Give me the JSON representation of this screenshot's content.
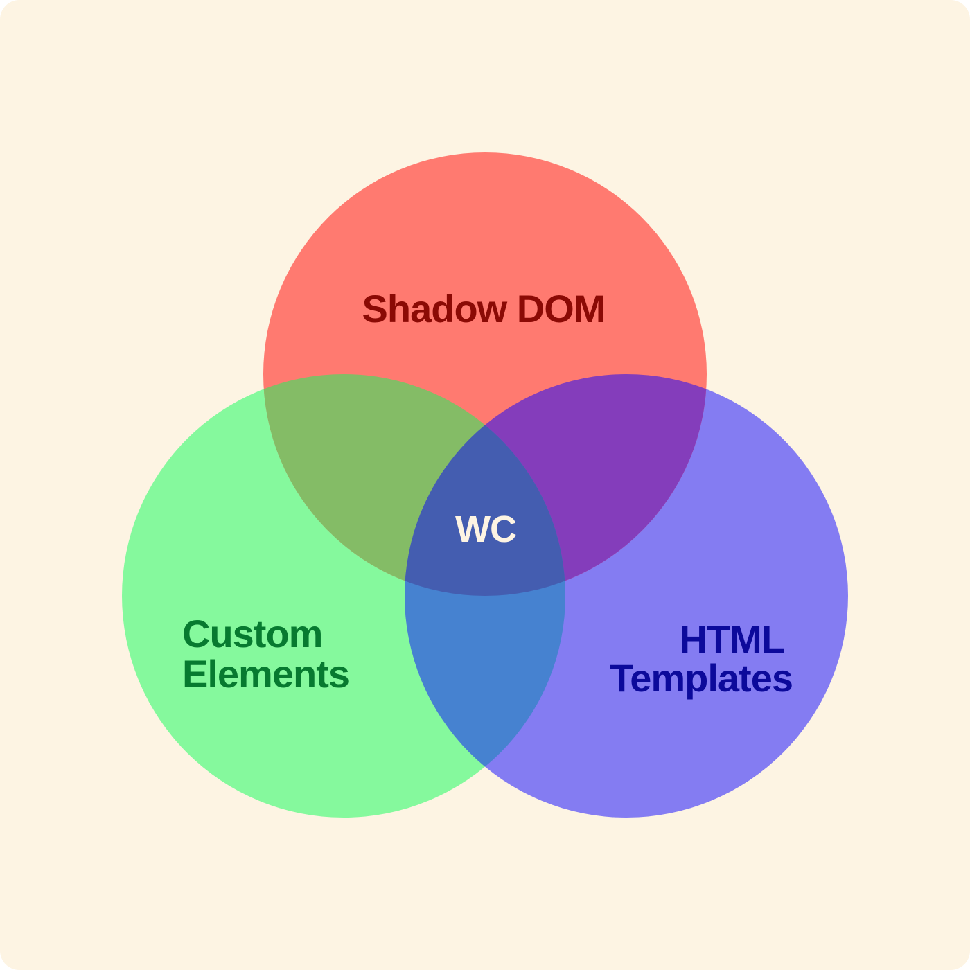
{
  "colors": {
    "background": "#fdf4e3",
    "shadow_dom": "#ff7a70",
    "custom_elements": "#85f99d",
    "html_templates": "#847cf2",
    "shadow_dom_custom_elements": "#84bc66",
    "shadow_dom_html_templates": "#843dbb",
    "custom_elements_html_templates": "#4682d0",
    "center": "#445db0",
    "shadow_dom_text": "#8b0a05",
    "custom_elements_text": "#077a30",
    "html_templates_text": "#0c0a9b",
    "center_text": "#fdf4e3"
  },
  "sets": {
    "shadow_dom": {
      "label": "Shadow DOM"
    },
    "custom_elements": {
      "label_line1": "Custom",
      "label_line2": "Elements"
    },
    "html_templates": {
      "label_line1": "HTML",
      "label_line2": "Templates"
    }
  },
  "center": {
    "label": "WC"
  }
}
